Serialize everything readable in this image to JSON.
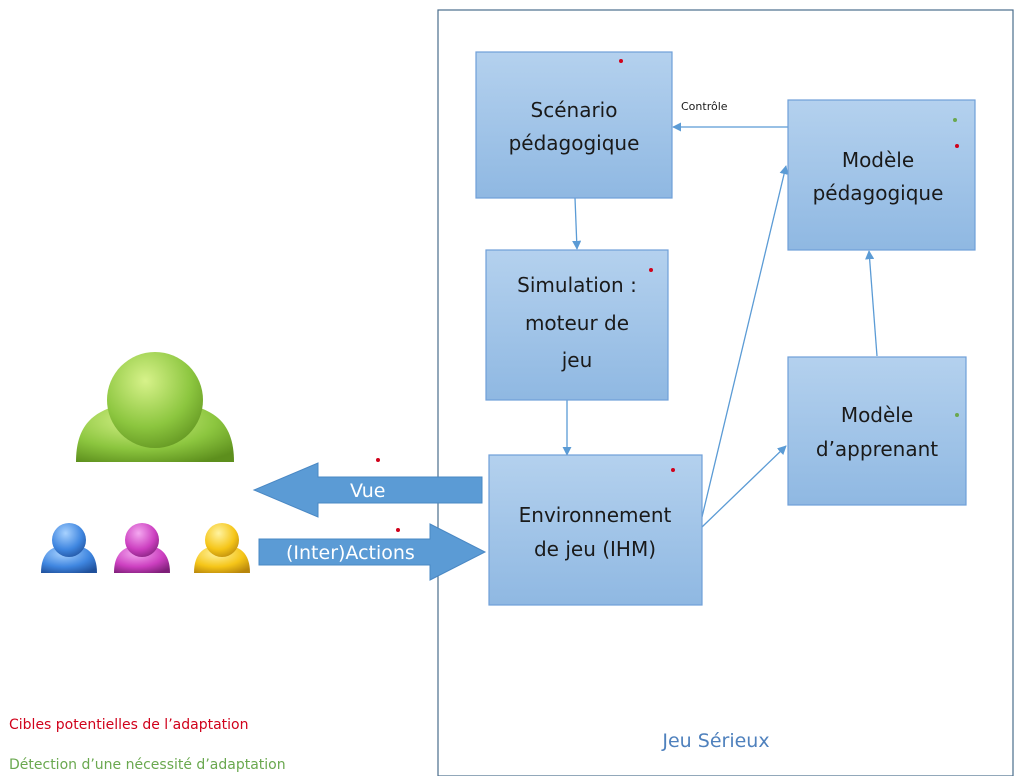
{
  "container": {
    "title": "Jeu Sérieux"
  },
  "boxes": {
    "scenario": {
      "lines": [
        "Scénario",
        "pédagogique"
      ]
    },
    "simulation": {
      "lines": [
        "Simulation :",
        "moteur de",
        "jeu"
      ]
    },
    "environnement": {
      "lines": [
        "Environnement",
        "de jeu (IHM)"
      ]
    },
    "modele_pedagogique": {
      "lines": [
        "Modèle",
        "pédagogique"
      ]
    },
    "modele_apprenant": {
      "lines": [
        "Modèle",
        "d’apprenant"
      ]
    }
  },
  "edges": {
    "controle_label": "Contrôle"
  },
  "arrows": {
    "vue": "Vue",
    "actions": "(Inter)Actions"
  },
  "legend": {
    "targets": {
      "text": "Cibles potentielles de l’adaptation",
      "color": "#d0021b"
    },
    "detection": {
      "text": "Détection d’une nécessité d’adaptation",
      "color": "#6aa84f"
    }
  },
  "colors": {
    "box_fill": "#9dc3e6",
    "box_border": "#6f9fd8",
    "edge": "#5b9bd5",
    "block_arrow": "#5b9bd5",
    "container_border": "#4a6d8c",
    "container_title": "#4f81bd",
    "marker_red": "#d0021b",
    "marker_green": "#6aa84f"
  },
  "icons": {
    "main_user": "user-icon-green",
    "users": [
      "user-icon-blue",
      "user-icon-magenta",
      "user-icon-yellow"
    ]
  }
}
